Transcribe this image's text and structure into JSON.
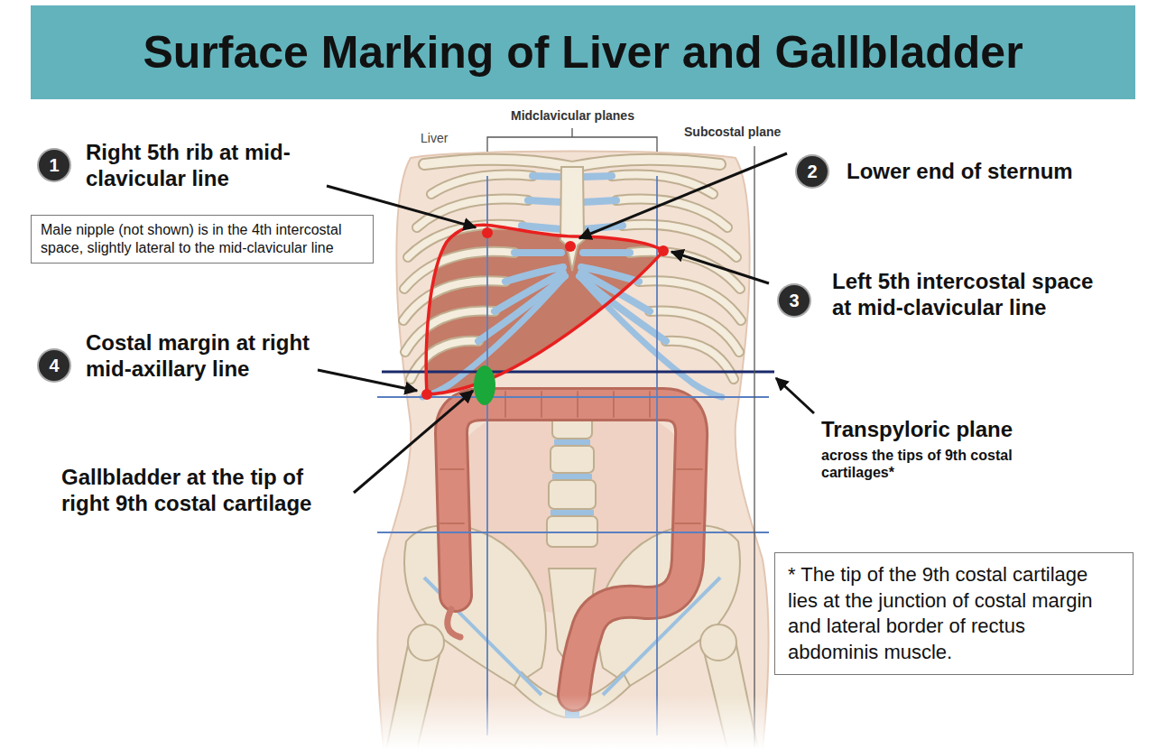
{
  "diagram": {
    "title": "Surface Marking of Liver and Gallbladder",
    "nodes": [
      {
        "text": [
          "1"
        ]
      },
      {
        "text": [
          "2"
        ]
      },
      {
        "text": [
          "Male nipple (not shown) is in the 4th intercostal space, slightly lateral to the mid-clavicular line"
        ]
      },
      {
        "text": [
          "3"
        ]
      },
      {
        "text": [
          "4"
        ]
      },
      {
        "text": [
          "* The tip of the 9th costal cartilage lies at the junction of costal margin and lateral border of rectus abdominis muscle."
        ]
      }
    ],
    "labels": [
      "Midclavicular planes",
      "Liver",
      "Subcostal plane",
      "Right 5th rib at mid-clavicular line",
      "Lower end of sternum",
      "Left 5th intercostal space at mid-clavicular line",
      "Costal margin at right mid-axillary line",
      "Transpyloric plane",
      "across the tips of 9th costal cartilages*",
      "Gallbladder at the tip of right 9th costal cartilage"
    ]
  }
}
